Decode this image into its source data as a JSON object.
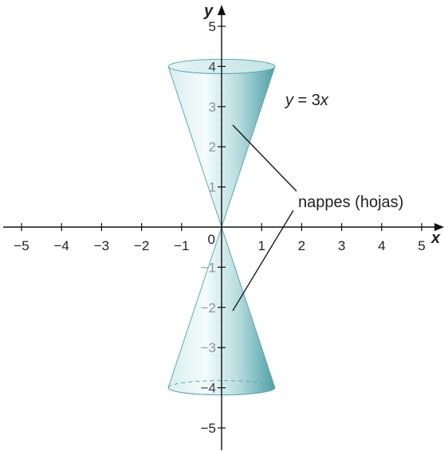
{
  "axes": {
    "x_label": "x",
    "y_label": "y",
    "x_ticks": [
      "−5",
      "−4",
      "−3",
      "−2",
      "−1",
      "1",
      "2",
      "3",
      "4",
      "5"
    ],
    "x_tick_values": [
      -5,
      -4,
      -3,
      -2,
      -1,
      1,
      2,
      3,
      4,
      5
    ],
    "y_ticks_pos": [
      "1",
      "2",
      "3",
      "4",
      "5"
    ],
    "y_tick_pos_values": [
      1,
      2,
      3,
      4,
      5
    ],
    "y_ticks_neg": [
      "−1",
      "−2",
      "−3",
      "−4",
      "−5"
    ],
    "y_tick_neg_values": [
      -1,
      -2,
      -3,
      -4,
      -5
    ],
    "origin_label": "0",
    "xlim": [
      -5,
      5
    ],
    "ylim": [
      -5,
      5
    ]
  },
  "cone": {
    "equation_var": "y",
    "equation_rest": " = 3",
    "equation_x": "x",
    "slope": 3,
    "y_extent": 4,
    "fill_color": "#b5dde0",
    "edge_color": "#5ea8b0"
  },
  "annotation": {
    "label": "nappes (hojas)"
  }
}
